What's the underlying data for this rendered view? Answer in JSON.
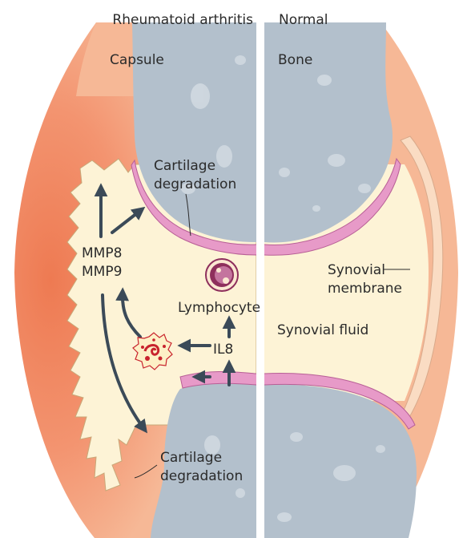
{
  "header": {
    "left_title": "Rheumatoid arthritis",
    "right_title": "Normal"
  },
  "labels": {
    "capsule": "Capsule",
    "bone": "Bone",
    "cartilage_top_1": "Cartilage",
    "cartilage_top_2": "degradation",
    "mmp8": "MMP8",
    "mmp9": "MMP9",
    "lymphocyte": "Lymphocyte",
    "il8": "IL8",
    "synovial_fluid": "Synovial fluid",
    "synovial_membrane_1": "Synovial",
    "synovial_membrane_2": "membrane",
    "cartilage_bottom_1": "Cartilage",
    "cartilage_bottom_2": "degradation"
  },
  "colors": {
    "capsule_light": "#f6b896",
    "capsule_dark": "#ee7a52",
    "bone": "#b3c0cc",
    "bone_highlight": "#d2dae2",
    "cartilage": "#e79ac8",
    "synovial_fluid": "#fdf3d6",
    "membrane": "#fadcc3",
    "arrow": "#3b4a58",
    "lymphocyte": "#8e2f5c",
    "neutrophil": "#c8232d"
  },
  "icons": {
    "lymphocyte": "lymphocyte-cell-icon",
    "neutrophil": "neutrophil-cell-icon"
  }
}
